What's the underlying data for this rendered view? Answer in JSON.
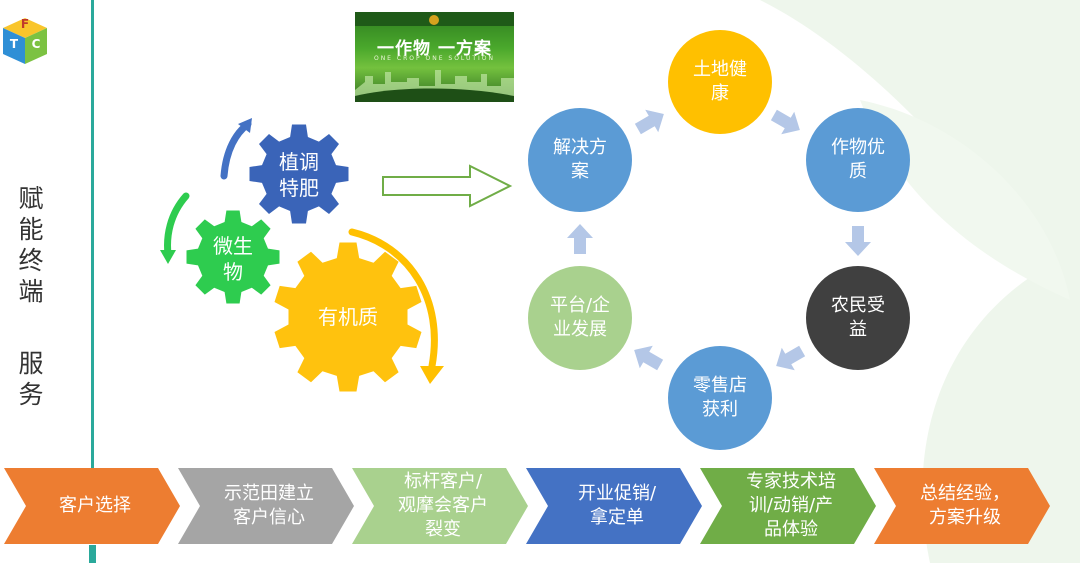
{
  "side_title": {
    "line1": [
      "赋",
      "能",
      "终",
      "端"
    ],
    "line2": [
      "服",
      "务"
    ]
  },
  "banner": {
    "title": "一作物 一方案",
    "subtitle": "ONE CROP ONE SOLUTION"
  },
  "gears": [
    {
      "label": "植调\n特肥",
      "color": "#3a64b8"
    },
    {
      "label": "微生\n物",
      "color": "#2ecc4f"
    },
    {
      "label": "有机质",
      "color": "#ffc20e"
    }
  ],
  "cycle": [
    {
      "label": "土地健\n康",
      "color": "#ffc000"
    },
    {
      "label": "作物优\n质",
      "color": "#5b9bd5"
    },
    {
      "label": "农民受\n益",
      "color": "#404040"
    },
    {
      "label": "零售店\n获利",
      "color": "#5b9bd5"
    },
    {
      "label": "平台/企\n业发展",
      "color": "#a9d18e"
    },
    {
      "label": "解决方\n案",
      "color": "#5b9bd5"
    }
  ],
  "steps": [
    {
      "label": "客户选择",
      "color": "#ed7d31"
    },
    {
      "label": "示范田建立\n客户信心",
      "color": "#a5a5a5"
    },
    {
      "label": "标杆客户/\n观摩会客户\n裂变",
      "color": "#a9d18e"
    },
    {
      "label": "开业促销/\n拿定单",
      "color": "#4472c4"
    },
    {
      "label": "专家技术培\n训/动销/产\n品体验",
      "color": "#70ad47"
    },
    {
      "label": "总结经验，\n方案升级",
      "color": "#ed7d31"
    }
  ],
  "logo": {
    "letters": [
      "F",
      "T",
      "C"
    ]
  }
}
